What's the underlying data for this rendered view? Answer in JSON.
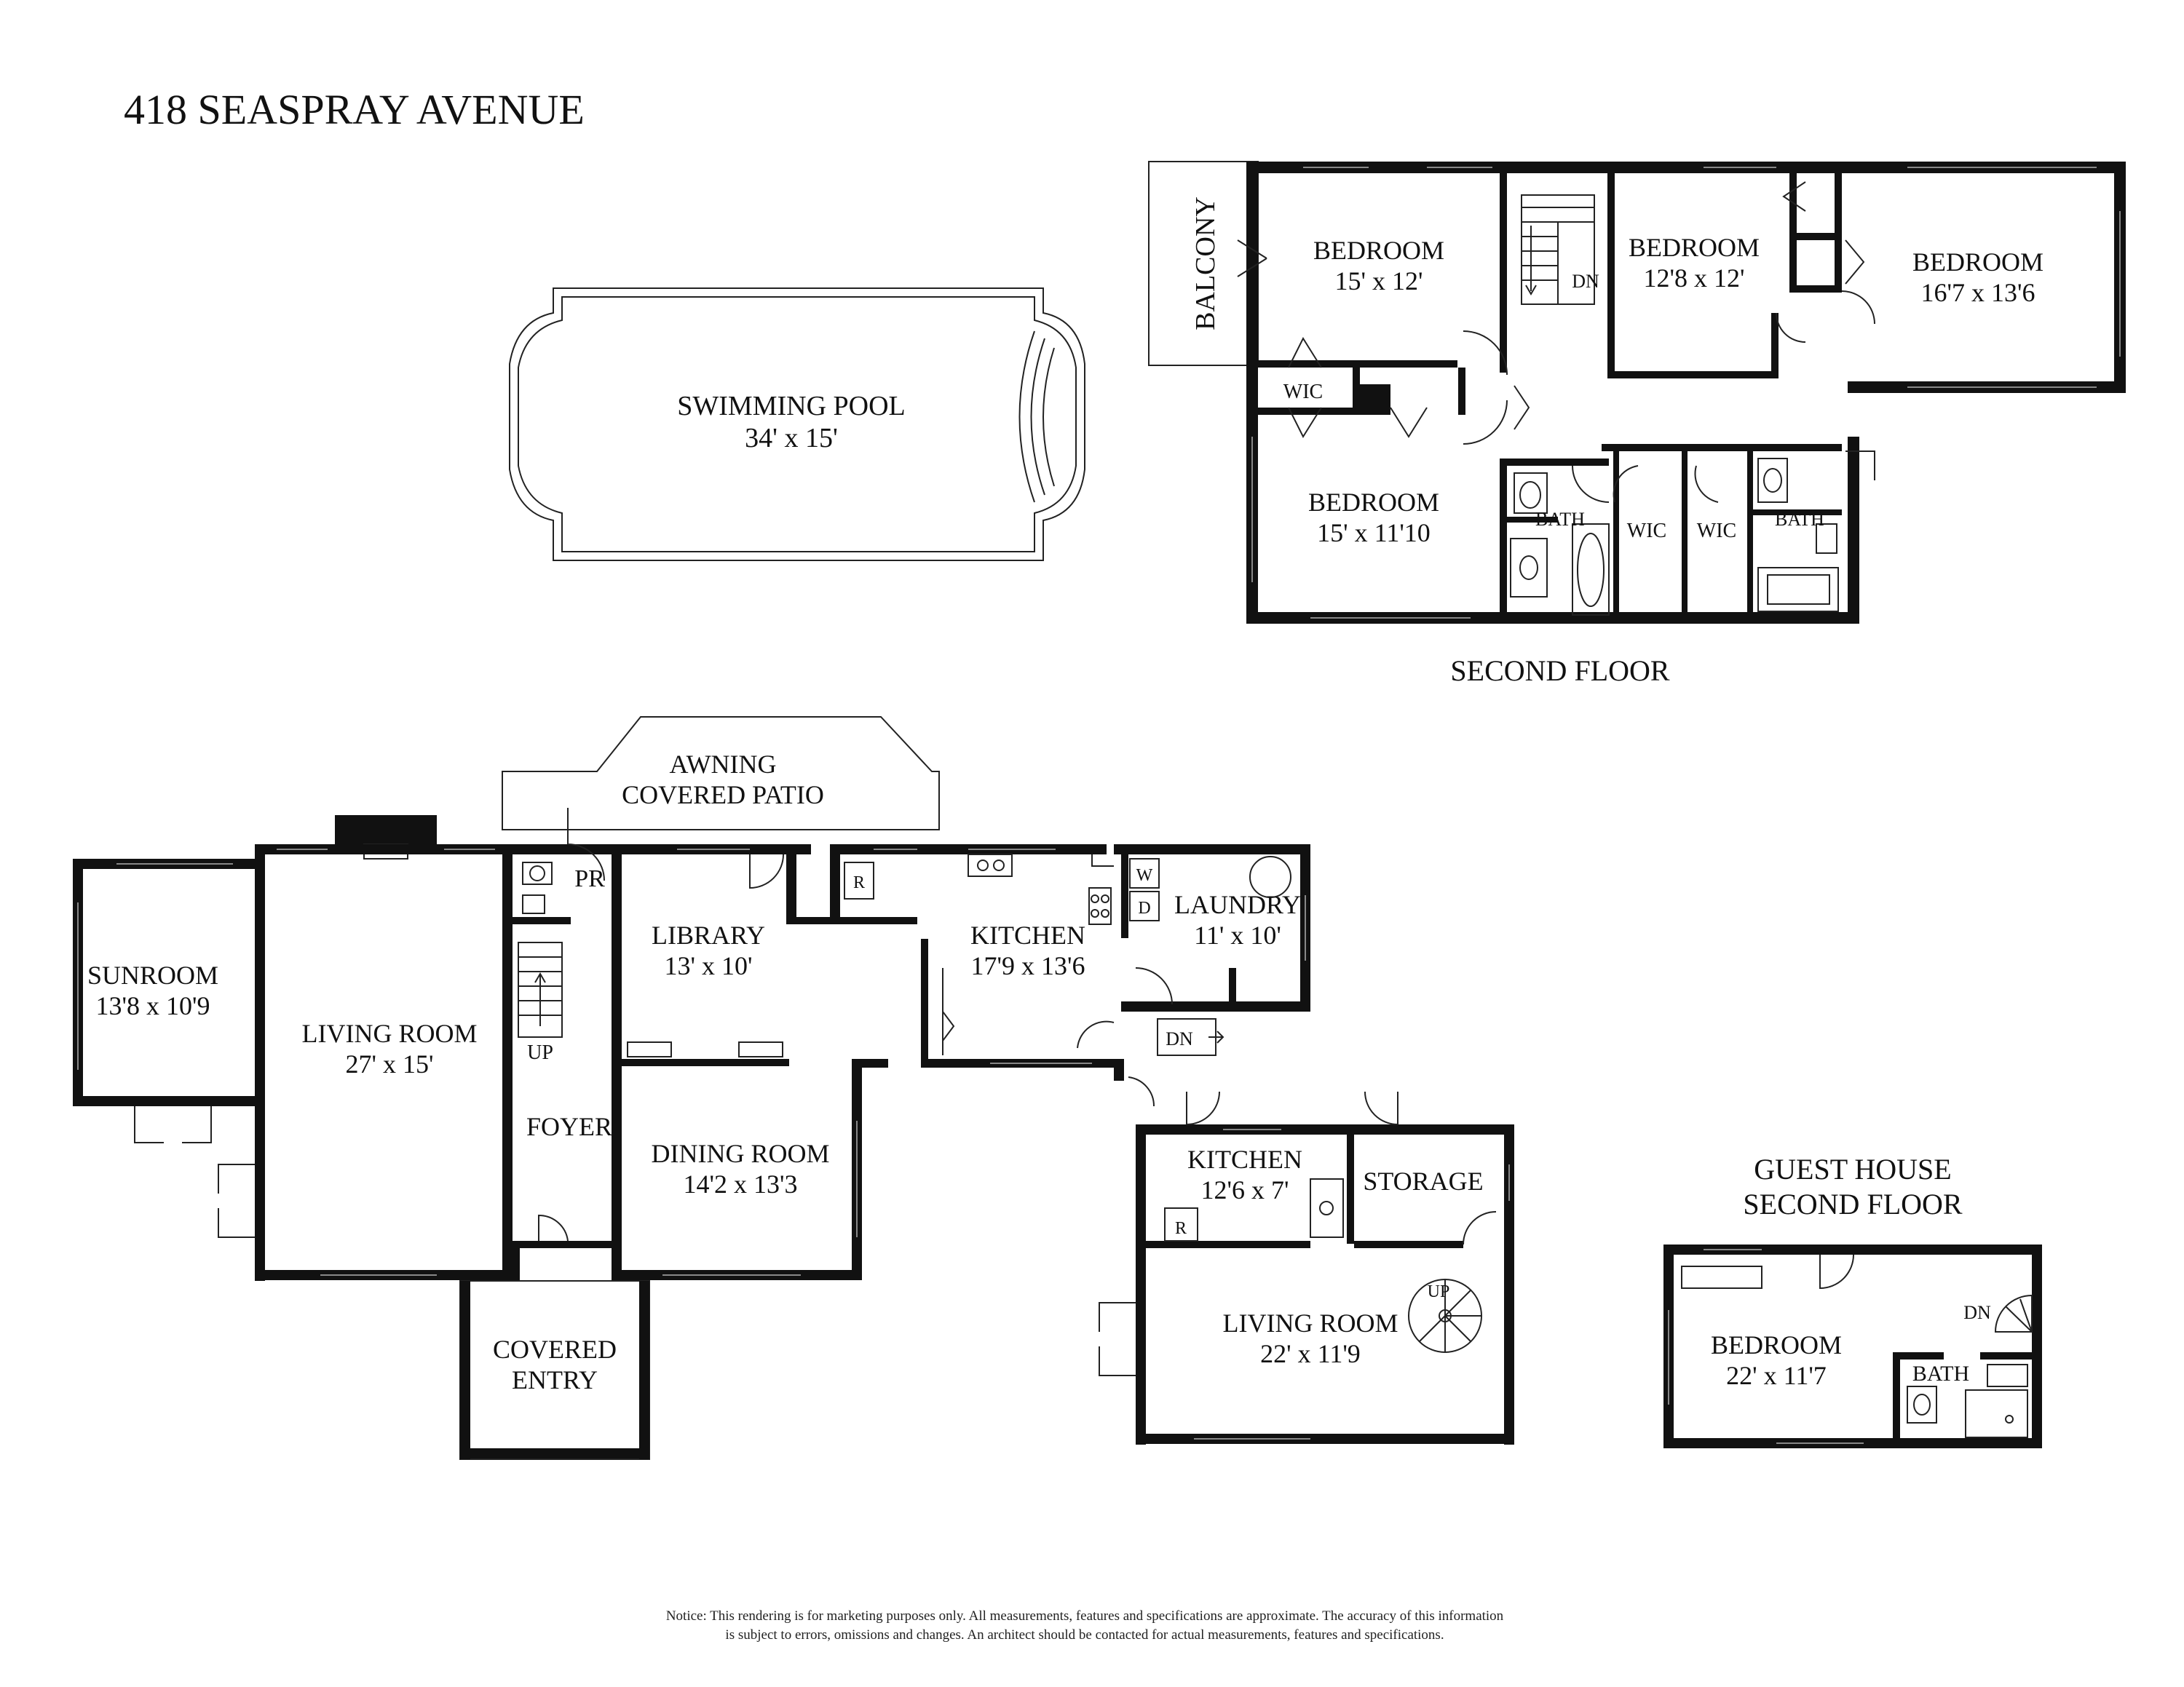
{
  "title": "418 SEASPRAY AVENUE",
  "pool": {
    "name": "SWIMMING POOL",
    "size": "34' x 15'"
  },
  "second_floor": {
    "caption": "SECOND FLOOR",
    "balcony": "BALCONY",
    "bedroom_nw": {
      "name": "BEDROOM",
      "size": "15' x 12'"
    },
    "bedroom_n2": {
      "name": "BEDROOM",
      "size": "12'8 x 12'"
    },
    "bedroom_ne": {
      "name": "BEDROOM",
      "size": "16'7 x 13'6"
    },
    "bedroom_sw": {
      "name": "BEDROOM",
      "size": "15' x 11'10"
    },
    "wic_1": "WIC",
    "wic_2": "WIC",
    "wic_3": "WIC",
    "bath_1": "BATH",
    "bath_2": "BATH",
    "stair": "DN"
  },
  "first_floor": {
    "awning": "AWNING",
    "covered_patio": "COVERED PATIO",
    "sunroom": {
      "name": "SUNROOM",
      "size": "13'8 x 10'9"
    },
    "living_room": {
      "name": "LIVING ROOM",
      "size": "27' x 15'"
    },
    "powder_room": "PR",
    "stair_up": "UP",
    "foyer": "FOYER",
    "library": {
      "name": "LIBRARY",
      "size": "13' x 10'"
    },
    "dining_room": {
      "name": "DINING ROOM",
      "size": "14'2 x 13'3"
    },
    "kitchen": {
      "name": "KITCHEN",
      "size": "17'9 x 13'6"
    },
    "laundry": {
      "name": "LAUNDRY",
      "size": "11' x 10'"
    },
    "refrigerator": "R",
    "washer": "W",
    "dryer": "D",
    "stair_down": "DN",
    "covered_entry_1": "COVERED",
    "covered_entry_2": "ENTRY"
  },
  "guest_house": {
    "kitchen": {
      "name": "KITCHEN",
      "size": "12'6 x 7'"
    },
    "storage": "STORAGE",
    "refrigerator": "R",
    "living_room": {
      "name": "LIVING ROOM",
      "size": "22' x 11'9"
    },
    "stair_up": "UP"
  },
  "guest_second": {
    "caption_1": "GUEST HOUSE",
    "caption_2": "SECOND FLOOR",
    "bedroom": {
      "name": "BEDROOM",
      "size": "22' x 11'7"
    },
    "bath": "BATH",
    "stair_down": "DN"
  },
  "notice_1": "Notice: This rendering is for marketing purposes only. All measurements, features and specifications are approximate. The accuracy of this information",
  "notice_2": "is subject to errors, omissions and changes. An architect should be contacted for actual measurements, features and specifications."
}
